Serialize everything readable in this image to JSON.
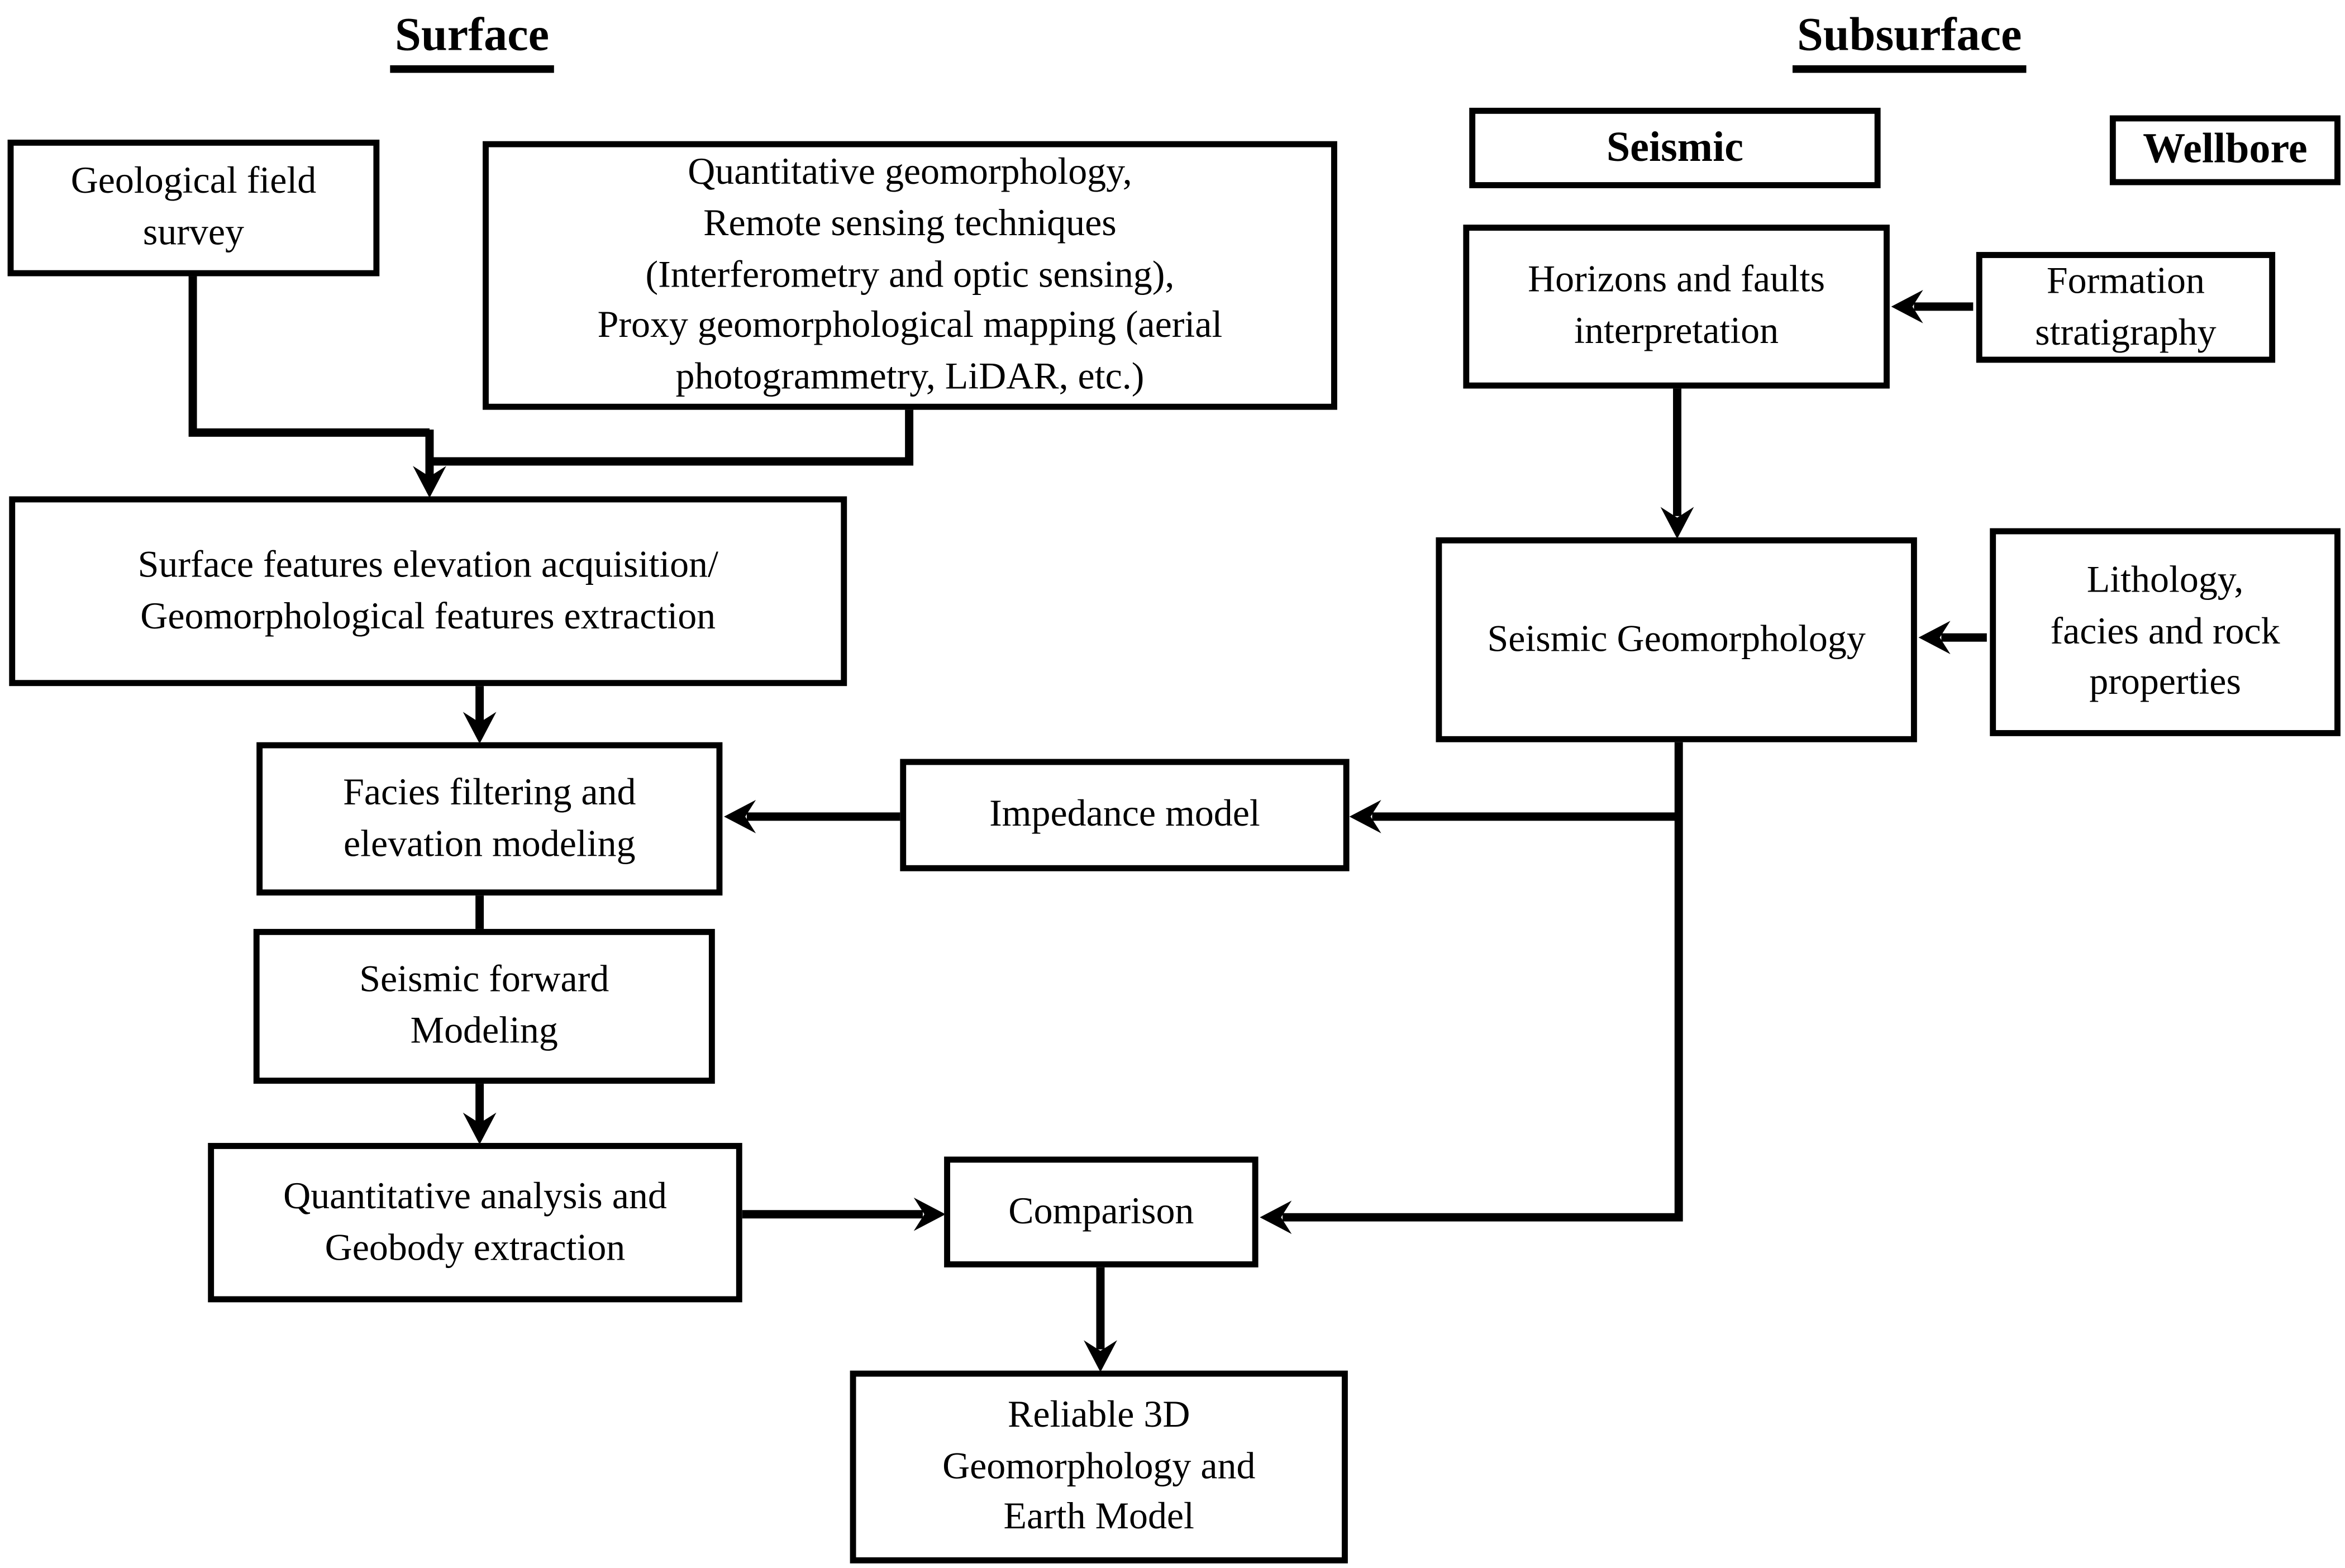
{
  "page": {
    "background": "#ffffff",
    "line_color": "#000000"
  },
  "headings": {
    "surface": "Surface",
    "subsurface": "Subsurface"
  },
  "column_labels": {
    "seismic": "Seismic",
    "wellbore": "Wellbore"
  },
  "nodes": {
    "geological_field_survey": {
      "label": "Geological field\nsurvey"
    },
    "quantitative_geomorphology": {
      "label": "Quantitative geomorphology,\nRemote sensing techniques\n(Interferometry and optic sensing),\nProxy geomorphological mapping (aerial\nphotogrammetry, LiDAR, etc.)"
    },
    "surface_features": {
      "label": "Surface features elevation acquisition/\nGeomorphological features extraction"
    },
    "facies_filtering": {
      "label": "Facies filtering and\nelevation modeling"
    },
    "seismic_forward_modeling": {
      "label": "Seismic forward\nModeling"
    },
    "quantitative_analysis": {
      "label": "Quantitative analysis and\nGeobody extraction"
    },
    "comparison": {
      "label": "Comparison"
    },
    "reliable_3d_model": {
      "label": "Reliable 3D\nGeomorphology and\nEarth Model"
    },
    "horizons_faults": {
      "label": "Horizons and faults\ninterpretation"
    },
    "formation_stratigraphy": {
      "label": "Formation\nstratigraphy"
    },
    "seismic_geomorphology": {
      "label": "Seismic Geomorphology"
    },
    "lithology_facies": {
      "label": "Lithology,\nfacies and rock\nproperties"
    },
    "impedance_model": {
      "label": "Impedance model"
    }
  },
  "edges": [
    {
      "from": "geological_field_survey",
      "to": "surface_features"
    },
    {
      "from": "quantitative_geomorphology",
      "to": "surface_features"
    },
    {
      "from": "surface_features",
      "to": "facies_filtering"
    },
    {
      "from": "facies_filtering",
      "to": "seismic_forward_modeling"
    },
    {
      "from": "seismic_forward_modeling",
      "to": "quantitative_analysis"
    },
    {
      "from": "quantitative_analysis",
      "to": "comparison"
    },
    {
      "from": "comparison",
      "to": "reliable_3d_model"
    },
    {
      "from": "formation_stratigraphy",
      "to": "horizons_faults"
    },
    {
      "from": "horizons_faults",
      "to": "seismic_geomorphology"
    },
    {
      "from": "lithology_facies",
      "to": "seismic_geomorphology"
    },
    {
      "from": "seismic_geomorphology",
      "to": "impedance_model"
    },
    {
      "from": "seismic_geomorphology",
      "to": "comparison"
    },
    {
      "from": "impedance_model",
      "to": "facies_filtering"
    }
  ]
}
